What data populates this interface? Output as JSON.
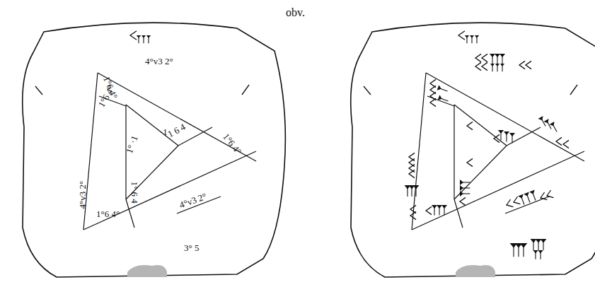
{
  "diagram": {
    "labels": [
      "obv.",
      "4°v3 2°",
      "1°6 4°",
      "1°6 4°",
      "·1",
      "1° ·1",
      "1 6 4",
      "1°6 4°",
      "4°v3 2°",
      "1°6 4°",
      "1° 6 4",
      "4°v3 2°",
      "3° 5"
    ]
  }
}
